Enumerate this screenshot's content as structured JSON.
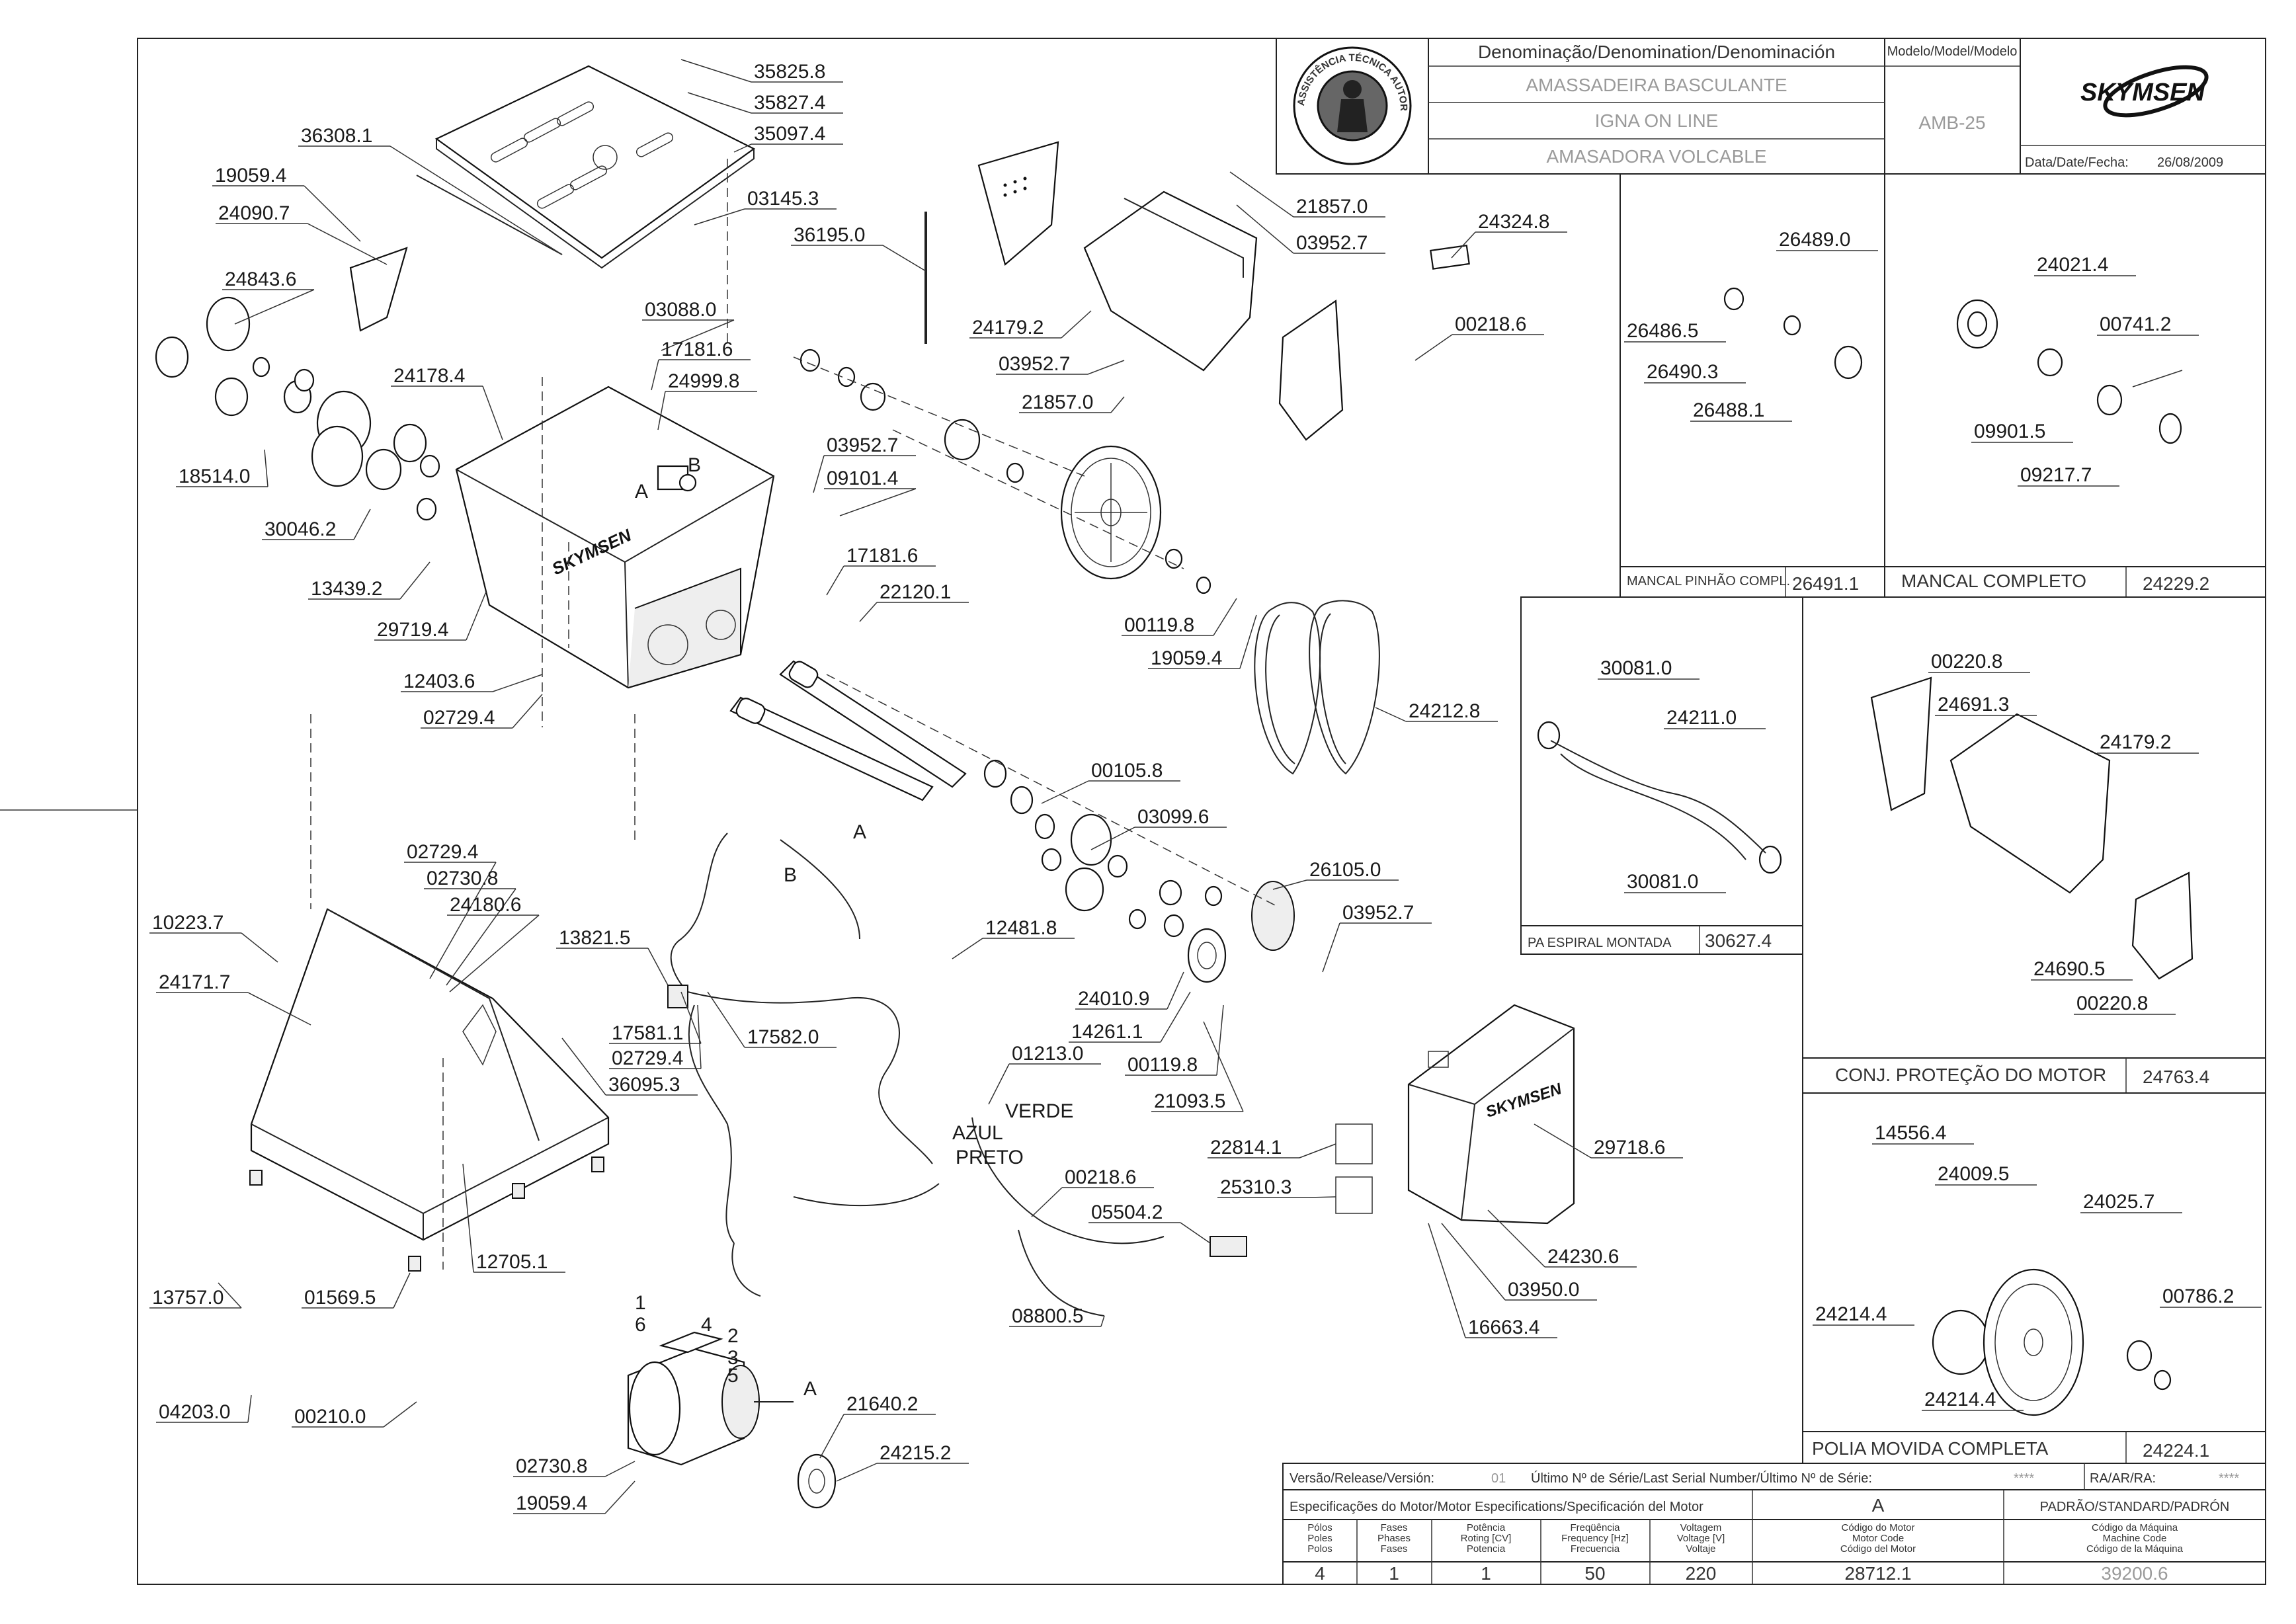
{
  "title_block": {
    "denomination_header": "Denominação/Denomination/Denominación",
    "model_header": "Modelo/Model/Modelo",
    "names": [
      "AMASSADEIRA BASCULANTE",
      "IGNA ON LINE",
      "AMASADORA VOLCABLE"
    ],
    "model": "AMB-25",
    "brand": "SKYMSEN",
    "date_label": "Data/Date/Fecha:",
    "date": "26/08/2009",
    "seal_text": "ASSISTÊNCIA TÉCNICA AUTORIZADA"
  },
  "callouts": [
    {
      "id": "35825.8"
    },
    {
      "id": "35827.4"
    },
    {
      "id": "35097.4"
    },
    {
      "id": "36308.1"
    },
    {
      "id": "03145.3"
    },
    {
      "id": "19059.4"
    },
    {
      "id": "36195.0"
    },
    {
      "id": "24090.7"
    },
    {
      "id": "24843.6"
    },
    {
      "id": "03088.0"
    },
    {
      "id": "17181.6"
    },
    {
      "id": "24999.8"
    },
    {
      "id": "24178.4"
    },
    {
      "id": "18514.0"
    },
    {
      "id": "30046.2"
    },
    {
      "id": "03952.7"
    },
    {
      "id": "09101.4"
    },
    {
      "id": "17181.6"
    },
    {
      "id": "13439.2"
    },
    {
      "id": "22120.1"
    },
    {
      "id": "29719.4"
    },
    {
      "id": "12403.6"
    },
    {
      "id": "02729.4"
    },
    {
      "id": "24179.2"
    },
    {
      "id": "03952.7"
    },
    {
      "id": "21857.0"
    },
    {
      "id": "21857.0"
    },
    {
      "id": "03952.7"
    },
    {
      "id": "24324.8"
    },
    {
      "id": "00218.6"
    },
    {
      "id": "00119.8"
    },
    {
      "id": "19059.4"
    },
    {
      "id": "24212.8"
    },
    {
      "id": "00105.8"
    },
    {
      "id": "03099.6"
    },
    {
      "id": "26105.0"
    },
    {
      "id": "03952.7"
    },
    {
      "id": "24010.9"
    },
    {
      "id": "14261.1"
    },
    {
      "id": "00119.8"
    },
    {
      "id": "21093.5"
    },
    {
      "id": "10223.7"
    },
    {
      "id": "02729.4"
    },
    {
      "id": "02730.8"
    },
    {
      "id": "24180.6"
    },
    {
      "id": "24171.7"
    },
    {
      "id": "13821.5"
    },
    {
      "id": "12481.8"
    },
    {
      "id": "17581.1"
    },
    {
      "id": "02729.4"
    },
    {
      "id": "17582.0"
    },
    {
      "id": "36095.3"
    },
    {
      "id": "01213.0"
    },
    {
      "id": "00218.6"
    },
    {
      "id": "05504.2"
    },
    {
      "id": "22814.1"
    },
    {
      "id": "25310.3"
    },
    {
      "id": "29718.6"
    },
    {
      "id": "12705.1"
    },
    {
      "id": "13757.0"
    },
    {
      "id": "01569.5"
    },
    {
      "id": "08800.5"
    },
    {
      "id": "24230.6"
    },
    {
      "id": "03950.0"
    },
    {
      "id": "16663.4"
    },
    {
      "id": "04203.0"
    },
    {
      "id": "00210.0"
    },
    {
      "id": "21640.2"
    },
    {
      "id": "24215.2"
    },
    {
      "id": "02730.8"
    },
    {
      "id": "19059.4"
    }
  ],
  "wire_labels": [
    "A",
    "B",
    "A",
    "B",
    "AZUL",
    "PRETO",
    "VERDE",
    "1",
    "6",
    "4",
    "2",
    "3",
    "5",
    "A"
  ],
  "panels": {
    "mancal_pinhao": {
      "parts": [
        "26489.0",
        "26486.5",
        "26490.3",
        "26488.1"
      ],
      "caption": "MANCAL PINHÃO COMPL.",
      "code": "26491.1"
    },
    "mancal_completo": {
      "parts": [
        "24021.4",
        "00741.2",
        "09901.5",
        "09217.7"
      ],
      "caption": "MANCAL COMPLETO",
      "code": "24229.2"
    },
    "pa_espiral": {
      "parts": [
        "30081.0",
        "24211.0",
        "30081.0"
      ],
      "caption": "PA ESPIRAL MONTADA",
      "code": "30627.4"
    },
    "protecao_motor": {
      "parts": [
        "00220.8",
        "24691.3",
        "24179.2",
        "24690.5",
        "00220.8"
      ],
      "caption": "CONJ. PROTEÇÃO DO MOTOR",
      "code": "24763.4"
    },
    "polia_movida": {
      "parts": [
        "14556.4",
        "24009.5",
        "24025.7",
        "00786.2",
        "24214.4",
        "24214.4"
      ],
      "caption": "POLIA MOVIDA COMPLETA",
      "code": "24224.1"
    }
  },
  "bottom_block": {
    "version_label": "Versão/Release/Versión:",
    "version": "01",
    "serial_label": "Último Nº de Série/Last Serial Number/Último Nº de Série:",
    "serial": "****",
    "ra_label": "RA/AR/RA:",
    "ra": "****",
    "motor_spec_label": "Especificações do Motor/Motor Especifications/Specificación del Motor",
    "col_a": "A",
    "col_std": "PADRÃO/STANDARD/PADRÓN",
    "headers": [
      [
        "Pólos",
        "Poles",
        "Polos"
      ],
      [
        "Fases",
        "Phases",
        "Fases"
      ],
      [
        "Potência",
        "Roting [CV]",
        "Potencia"
      ],
      [
        "Freqüência",
        "Frequency [Hz]",
        "Frecuencia"
      ],
      [
        "Voltagem",
        "Voltage [V]",
        "Voltaje"
      ],
      [
        "Código do Motor",
        "Motor Code",
        "Código del Motor"
      ],
      [
        "Código da Máquina",
        "Machine Code",
        "Código de la Máquina"
      ]
    ],
    "values": [
      "4",
      "1",
      "1",
      "50",
      "220",
      "28712.1",
      "39200.6"
    ]
  }
}
